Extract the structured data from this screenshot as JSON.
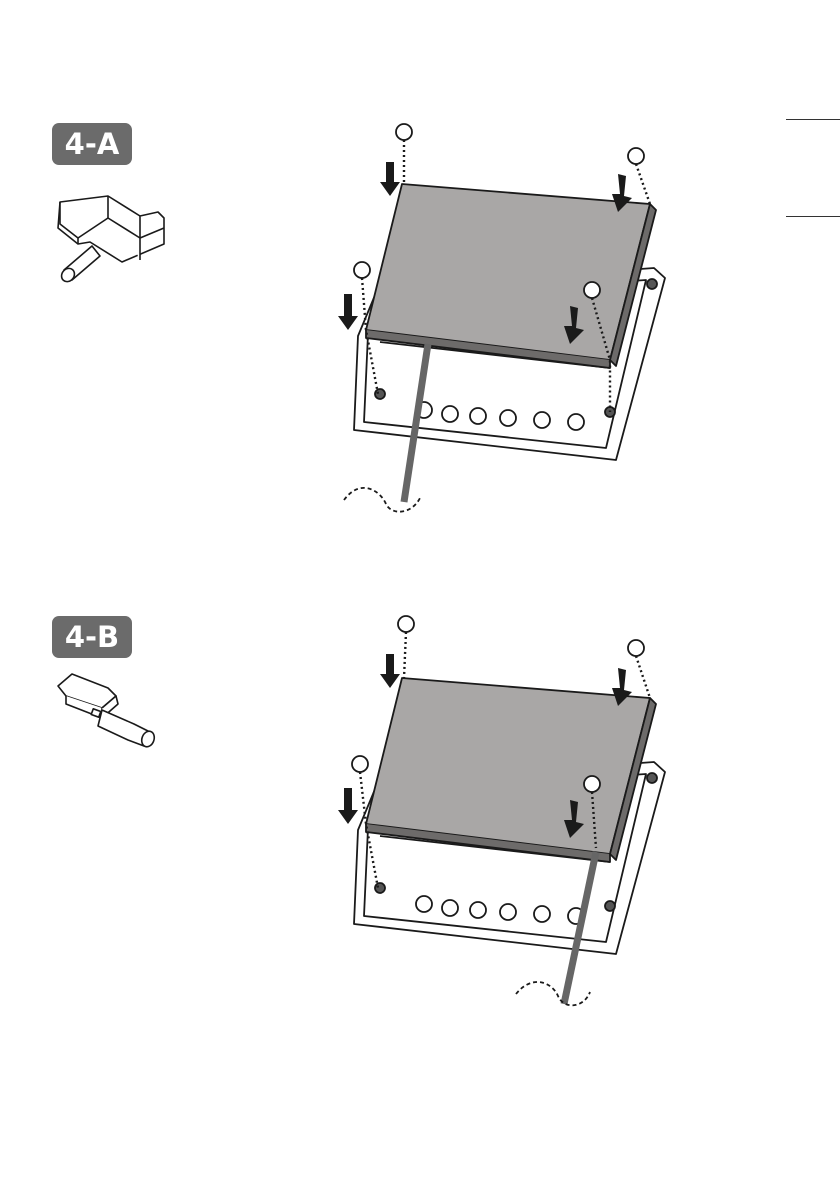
{
  "steps": [
    {
      "label": "4-A",
      "connector": "right-angle-plug-icon"
    },
    {
      "label": "4-B",
      "connector": "straight-plug-icon"
    }
  ],
  "figures": [
    {
      "icon": "cover-screw-assembly-icon",
      "cable_side": "left"
    },
    {
      "icon": "cover-screw-assembly-icon",
      "cable_side": "right"
    }
  ],
  "colors": {
    "badge_bg": "#6b6b6b",
    "cover_fill": "#a9a7a6",
    "line": "#1a1a1a"
  }
}
